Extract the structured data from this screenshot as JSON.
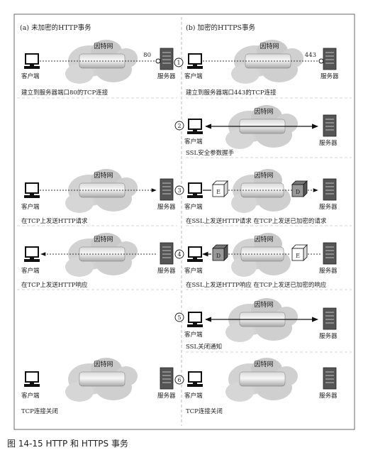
{
  "panels": {
    "left_title": "(a) 未加密的HTTP事务",
    "right_title": "(b) 加密的HTTPS事务"
  },
  "labels": {
    "internet": "因特网",
    "client": "客户端",
    "server": "服务器",
    "port_http": "80",
    "port_https": "443",
    "box_e": "E",
    "box_d": "D"
  },
  "steps": {
    "s1": {
      "num": "1",
      "left": "建立到服务器端口80的TCP连接",
      "right": "建立到服务器端口443的TCP连接"
    },
    "s2": {
      "num": "2",
      "right": "SSL安全参数握手"
    },
    "s3": {
      "num": "3",
      "left": "在TCP上发送HTTP请求",
      "right": "在SSL上发送HTTP请求 在TCP上发送已加密的请求"
    },
    "s4": {
      "num": "4",
      "left": "在TCP上发送HTTP响应",
      "right": "在SSL上发送HTTP响应 在TCP上发送已加密的响应"
    },
    "s5": {
      "num": "5",
      "right": "SSL关闭通知"
    },
    "s6": {
      "num": "6",
      "left": "TCP连接关闭",
      "right": "TCP连接关闭"
    }
  },
  "caption": "图 14-15 HTTP 和 HTTPS 事务"
}
